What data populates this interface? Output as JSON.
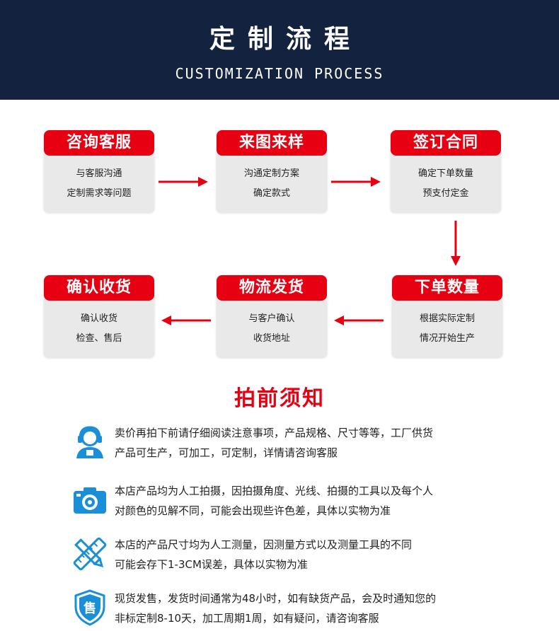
{
  "header": {
    "title": "定制流程",
    "subtitle": "CUSTOMIZATION PROCESS"
  },
  "steps": [
    {
      "title": "咨询客服",
      "line1": "与客服沟通",
      "line2": "定制需求等问题"
    },
    {
      "title": "来图来样",
      "line1": "沟通定制方案",
      "line2": "确定款式"
    },
    {
      "title": "签订合同",
      "line1": "确定下单数量",
      "line2": "预支付定金"
    },
    {
      "title": "下单数量",
      "line1": "根据实际定制",
      "line2": "情况开始生产"
    },
    {
      "title": "物流发货",
      "line1": "与客户确认",
      "line2": "收货地址"
    },
    {
      "title": "确认收货",
      "line1": "确认收货",
      "line2": "检查、售后"
    }
  ],
  "notice": {
    "title": "拍前须知",
    "items": [
      {
        "icon": "customer-service-icon",
        "line1": "卖价再拍下前请仔细阅读注意事项，产品规格、尺寸等等，工厂供货",
        "line2": "产品可生产，可加工，可定制，详情请咨询客服"
      },
      {
        "icon": "camera-icon",
        "line1": "本店产品均为人工拍摄，因拍摄角度、光线、拍摄的工具以及每个人",
        "line2": "对颜色的见解不同，可能会出现些许色差，具体以实物为准"
      },
      {
        "icon": "ruler-pencil-icon",
        "line1": "本店的产品尺寸均为人工测量，因测量方式以及测量工具的不同",
        "line2": "可能会存下1-3CM误差，具体以实物为准"
      },
      {
        "icon": "shield-sale-icon",
        "icon_char": "售",
        "line1": "现货发售，发货时间通常为48小时，如有缺货产品，会及时通知您的",
        "line2": "非标定制8-10天，加工周期1周，如有疑问，请咨询客服"
      }
    ]
  },
  "colors": {
    "banner_bg": "#13223f",
    "accent_red": "#e60012",
    "card_bg": "#e9e9e9",
    "icon_blue": "#1a8fd8"
  }
}
